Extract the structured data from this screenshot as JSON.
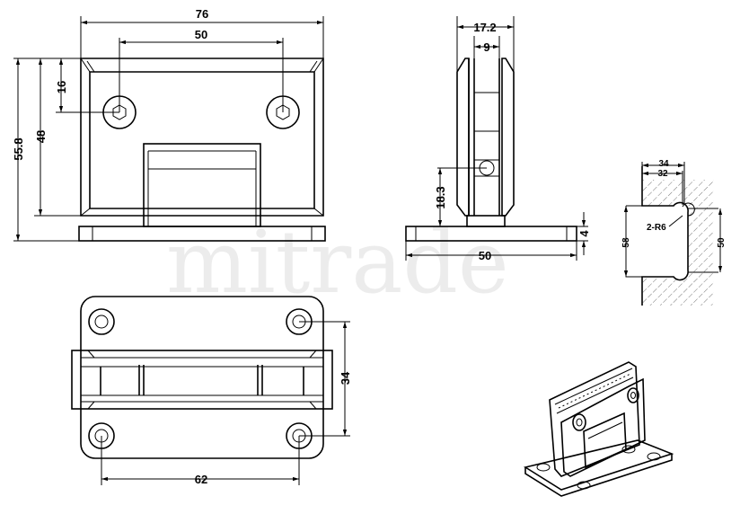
{
  "watermark": "mitrade",
  "front_view": {
    "width": "76",
    "hole_spacing": "50",
    "hole_height": "16",
    "body_height": "48",
    "total_height": "55.8"
  },
  "side_view": {
    "depth": "17.2",
    "glass_gap": "9",
    "hole_offset": "18.3",
    "plate_width": "50",
    "plate_thickness": "4"
  },
  "wall_detail": {
    "outer_width": "34",
    "inner_width": "32",
    "radius_note": "2-R6",
    "glass_height": "58",
    "cutout_height": "50"
  },
  "bottom_view": {
    "vertical_hole_spacing": "34",
    "horizontal_hole_spacing": "62"
  }
}
